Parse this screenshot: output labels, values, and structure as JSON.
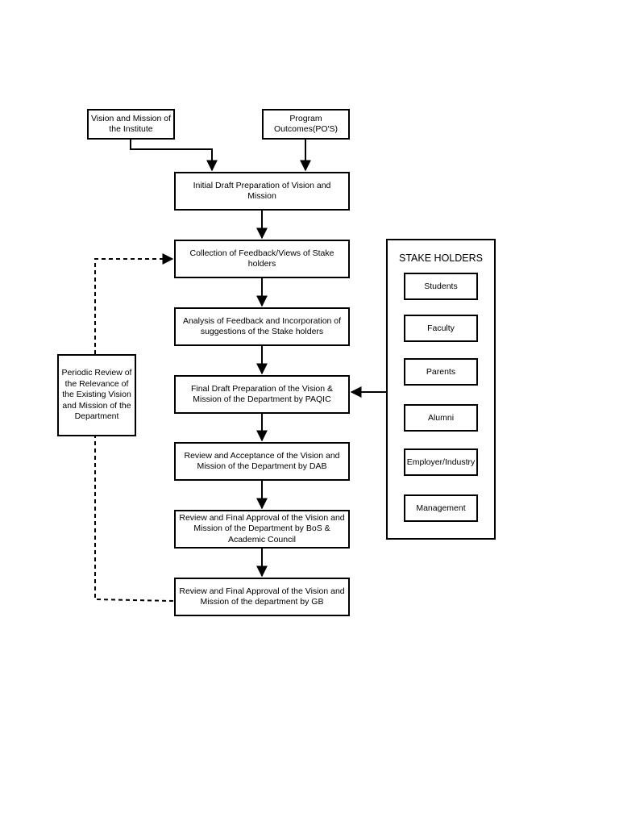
{
  "nodes": {
    "vision_institute": "Vision and Mission of\nthe Institute",
    "program_outcomes": "Program\nOutcomes(PO'S)",
    "initial_draft": "Initial Draft Preparation of Vision and\nMission",
    "collection_feedback": "Collection of Feedback/Views of Stake\nholders",
    "analysis_feedback": "Analysis of Feedback and Incorporation of\nsuggestions of the Stake holders",
    "final_draft": "Final Draft Preparation of the Vision &\nMission of the Department by PAQIC",
    "review_dab": "Review and Acceptance of the Vision and\nMission of the Department by DAB",
    "review_bos": "Review and Final Approval of the Vision and\nMission of the Department by BoS &\nAcademic Council",
    "review_gb": "Review and Final Approval of the Vision and\nMission of the department by GB",
    "periodic_review": "Periodic Review of\nthe Relevance of\nthe Existing Vision\nand Mission of the\nDepartment"
  },
  "stakeholders": {
    "title": "STAKE HOLDERS",
    "items": [
      "Students",
      "Faculty",
      "Parents",
      "Alumni",
      "Employer/Industry",
      "Management"
    ]
  }
}
